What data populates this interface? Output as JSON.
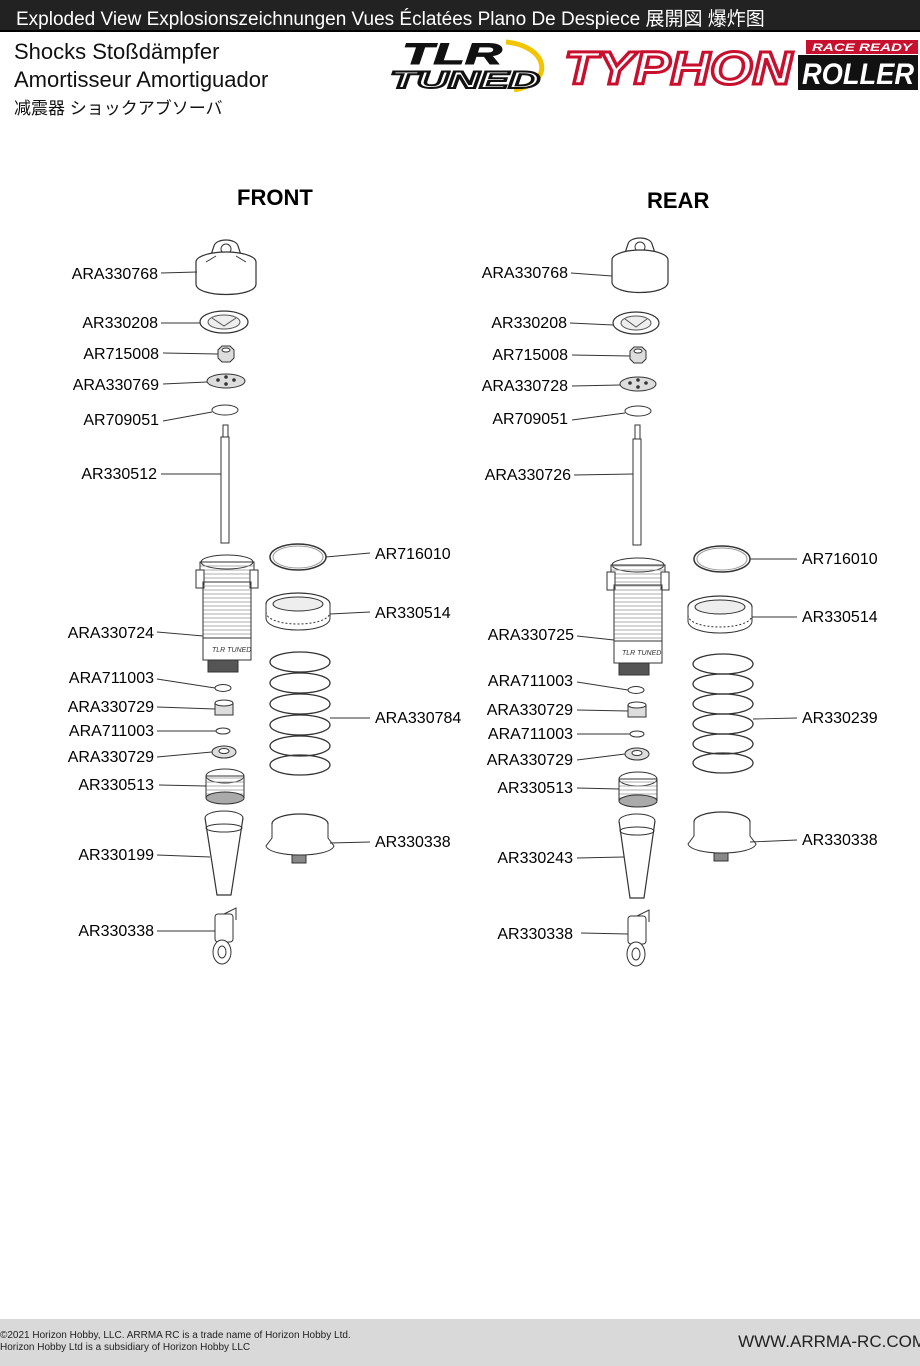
{
  "header": {
    "title": "Exploded View  Explosionszeichnungen  Vues Éclatées  Plano De Despiece 展開図  爆炸图"
  },
  "section": {
    "line1": "Shocks    Stoßdämpfer",
    "line2": "Amortisseur Amortiguador",
    "line3": "减震器    ショックアブソーバ"
  },
  "logo": {
    "tlr": "TLR",
    "tuned": "TUNED",
    "typhon": "TYPHON",
    "race_ready": "RACE READY",
    "roller": "ROLLER",
    "accent_color": "#c8102e",
    "gold_color": "#f2c500"
  },
  "columns": {
    "front_title": "FRONT",
    "rear_title": "REAR"
  },
  "front_parts": {
    "shock_cap": "ARA330768",
    "bladder": "AR330208",
    "nut": "AR715008",
    "piston": "ARA330769",
    "washer": "AR709051",
    "shaft": "AR330512",
    "body": "ARA330724",
    "oring_1": "ARA711003",
    "spacer_1": "ARA330729",
    "oring_2": "ARA711003",
    "spacer_2": "ARA330729",
    "collar": "AR330513",
    "boot": "AR330199",
    "rod_end": "AR330338",
    "oring_large": "AR716010",
    "spring_collar": "AR330514",
    "spring": "ARA330784",
    "spring_cup": "AR330338"
  },
  "rear_parts": {
    "shock_cap": "ARA330768",
    "bladder": "AR330208",
    "nut": "AR715008",
    "piston": "ARA330728",
    "washer": "AR709051",
    "shaft": "ARA330726",
    "body": "ARA330725",
    "oring_1": "ARA711003",
    "spacer_1": "ARA330729",
    "oring_2": "ARA711003",
    "spacer_2": "ARA330729",
    "collar": "AR330513",
    "boot": "AR330243",
    "rod_end": "AR330338",
    "oring_large": "AR716010",
    "spring_collar": "AR330514",
    "spring": "AR330239",
    "spring_cup": "AR330338"
  },
  "footer": {
    "copyright_1": "©2021 Horizon Hobby, LLC. ARRMA RC is a trade name of Horizon Hobby Ltd.",
    "copyright_2": "Horizon Hobby Ltd is a subsidiary of Horizon Hobby LLC",
    "website": "WWW.ARRMA-RC.COM"
  }
}
